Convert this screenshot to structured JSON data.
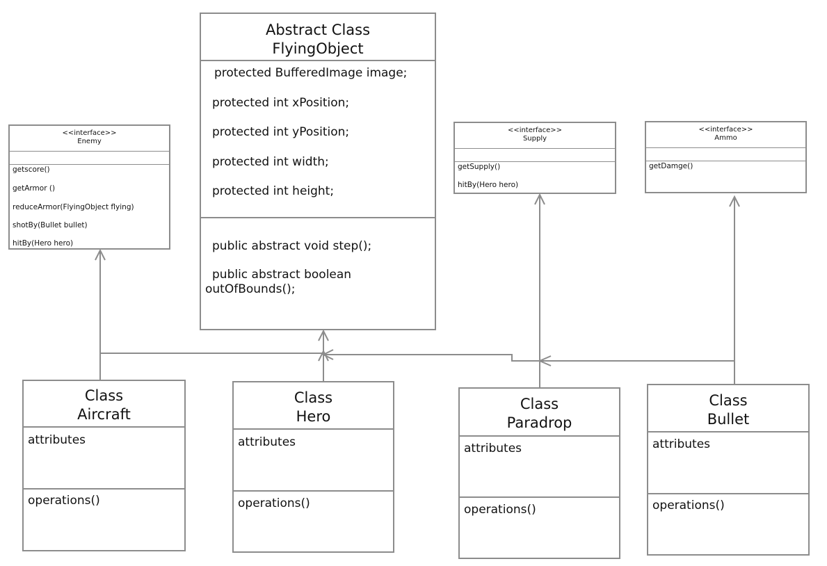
{
  "flying_object": {
    "title_line1": "Abstract Class",
    "title_line2": "FlyingObject",
    "attributes": [
      "protected BufferedImage image;",
      "protected int xPosition;",
      "protected int yPosition;",
      "protected int width;",
      "protected int height;"
    ],
    "operations": [
      "public abstract void step();",
      "public abstract boolean",
      "outOfBounds();"
    ]
  },
  "enemy": {
    "stereotype": "<<interface>>",
    "name": "Enemy",
    "operations": [
      "getscore()",
      "getArmor ()",
      "reduceArmor(FlyingObject flying)",
      "shotBy(Bullet bullet)",
      "hitBy(Hero hero)"
    ]
  },
  "supply": {
    "stereotype": "<<interface>>",
    "name": "Supply",
    "operations": [
      "getSupply()",
      "hitBy(Hero hero)"
    ]
  },
  "ammo": {
    "stereotype": "<<interface>>",
    "name": "Ammo",
    "operations": [
      "getDamge()"
    ]
  },
  "classes": [
    {
      "line1": "Class",
      "line2": "Aircraft",
      "attributes": "attributes",
      "operations": "operations()"
    },
    {
      "line1": "Class",
      "line2": "Hero",
      "attributes": "attributes",
      "operations": "operations()"
    },
    {
      "line1": "Class",
      "line2": "Paradrop",
      "attributes": "attributes",
      "operations": "operations()"
    },
    {
      "line1": "Class",
      "line2": "Bullet",
      "attributes": "attributes",
      "operations": "operations()"
    }
  ],
  "colors": {
    "stroke": "#8c8c8c",
    "text": "#111111",
    "background": "#ffffff"
  }
}
